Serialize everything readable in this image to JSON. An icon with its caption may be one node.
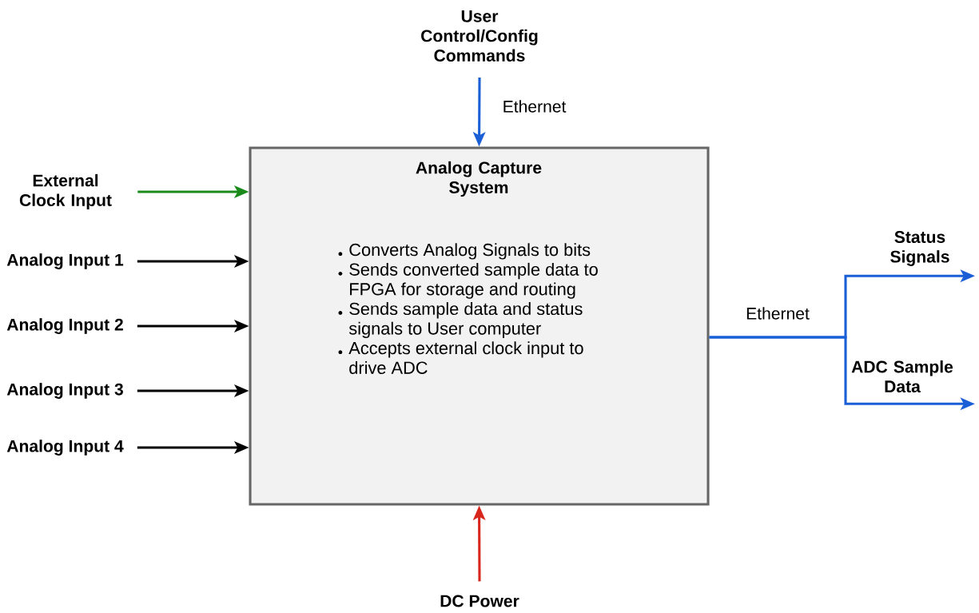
{
  "diagram": {
    "nodes": [
      {
        "text": [
          "User Control/Config Commands"
        ]
      },
      {
        "text": [
          "Analog Capture System",
          "Converts Analog Signals to bits",
          "Sends converted sample data to FPGA for storage and routing",
          "Sends sample data and status signals to User computer",
          "Accepts external clock input to drive ADC"
        ]
      },
      {
        "text": [
          "External Clock Input"
        ]
      },
      {
        "text": [
          "Analog Input 1"
        ]
      },
      {
        "text": [
          "Analog Input 2"
        ]
      },
      {
        "text": [
          "Analog Input 3"
        ]
      },
      {
        "text": [
          "Analog Input 4"
        ]
      },
      {
        "text": [
          "DC Power"
        ]
      },
      {
        "text": [
          "Status Signals"
        ]
      },
      {
        "text": [
          "ADC Sample Data"
        ]
      }
    ],
    "edges": [
      {
        "from": 0,
        "to": 1,
        "arrow": "to",
        "label": "Ethernet",
        "color": "#1a5fd6"
      },
      {
        "from": 2,
        "to": 1,
        "arrow": "to",
        "color": "#1a8a1a"
      },
      {
        "from": 3,
        "to": 1,
        "arrow": "to"
      },
      {
        "from": 4,
        "to": 1,
        "arrow": "to"
      },
      {
        "from": 5,
        "to": 1,
        "arrow": "to"
      },
      {
        "from": 6,
        "to": 1,
        "arrow": "to"
      },
      {
        "from": 7,
        "to": 1,
        "arrow": "to",
        "color": "#d9261c"
      },
      {
        "from": 1,
        "to": 8,
        "arrow": "to",
        "label": "Ethernet",
        "color": "#1a5fd6"
      },
      {
        "from": 1,
        "to": 9,
        "arrow": "to",
        "color": "#1a5fd6"
      }
    ]
  }
}
